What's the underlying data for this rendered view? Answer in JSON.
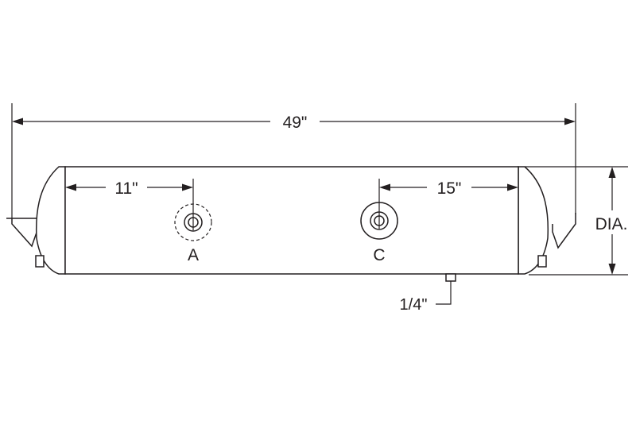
{
  "dimensions": {
    "overall_length": "49\"",
    "port_a_offset": "11\"",
    "port_c_offset": "15\"",
    "diameter": "DIA.",
    "drain_port": "1/4\""
  },
  "ports": {
    "port_a_label": "A",
    "port_c_label": "C"
  }
}
